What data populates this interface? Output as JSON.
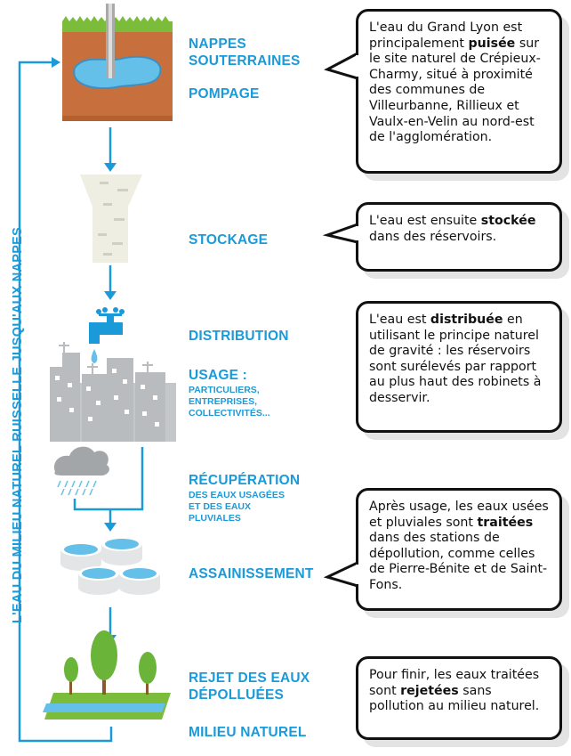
{
  "side_label": "L'EAU DU MILIEU NATUREL RUISSELLE JUSQU'AUX NAPPES",
  "stages": {
    "nappes": "NAPPES SOUTERRAINES",
    "pompage": "POMPAGE",
    "stockage": "STOCKAGE",
    "distribution": "DISTRIBUTION",
    "usage_title": "USAGE :",
    "usage_sub": "PARTICULIERS, ENTREPRISES, COLLECTIVITÉS...",
    "recuperation_title": "RÉCUPÉRATION",
    "recuperation_sub": "DES EAUX USAGÉES ET DES EAUX PLUVIALES",
    "assainissement": "ASSAINISSEMENT",
    "rejet": "REJET DES EAUX DÉPOLLUÉES",
    "milieu": "MILIEU NATUREL"
  },
  "bubbles": {
    "b1": {
      "pre": "L'eau du Grand Lyon est principalement ",
      "bold": "puisée",
      "post": " sur le site naturel de Crépieux-Charmy, situé à proximité des communes de Villeurbanne, Rillieux et Vaulx-en-Velin au nord-est de l'agglomération."
    },
    "b2": {
      "pre": "L'eau est ensuite ",
      "bold": "stockée",
      "post": " dans des réservoirs."
    },
    "b3": {
      "pre": "L'eau est ",
      "bold": "distribuée",
      "post": " en utilisant le principe naturel de gravité : les réservoirs sont surélevés par rapport au plus haut des robinets à desservir."
    },
    "b4": {
      "pre": "Après usage, les eaux usées et pluviales sont ",
      "bold": "traitées",
      "post": " dans des stations de dépollution, comme celles de Pierre-Bénite et de Saint-Fons."
    },
    "b5": {
      "pre": "Pour finir, les eaux traitées sont ",
      "bold": "rejetées",
      "post": " sans pollution au milieu naturel."
    }
  },
  "colors": {
    "accent": "#1a9ad9",
    "soil": "#c8703d",
    "grass": "#7bbd3a",
    "water": "#64bfe9"
  }
}
